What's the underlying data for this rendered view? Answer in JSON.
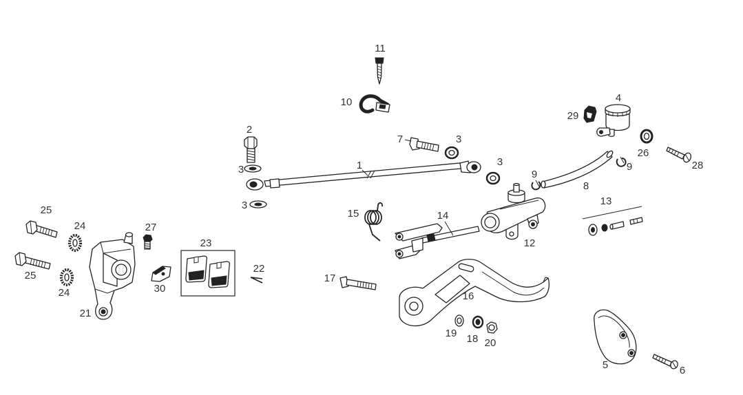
{
  "colors": {
    "line": "#222222",
    "label": "#333333",
    "background": "#ffffff"
  },
  "callouts": {
    "c1": "1",
    "c2": "2",
    "c3": "3",
    "c4": "4",
    "c5": "5",
    "c6": "6",
    "c7": "7",
    "c8": "8",
    "c9": "9",
    "c10": "10",
    "c11": "11",
    "c12": "12",
    "c13": "13",
    "c14": "14",
    "c15": "15",
    "c16": "16",
    "c17": "17",
    "c18": "18",
    "c19": "19",
    "c20": "20",
    "c21": "21",
    "c22": "22",
    "c23": "23",
    "c24": "24",
    "c25": "25",
    "c26": "26",
    "c27": "27",
    "c28": "28",
    "c29": "29",
    "c30": "30"
  }
}
